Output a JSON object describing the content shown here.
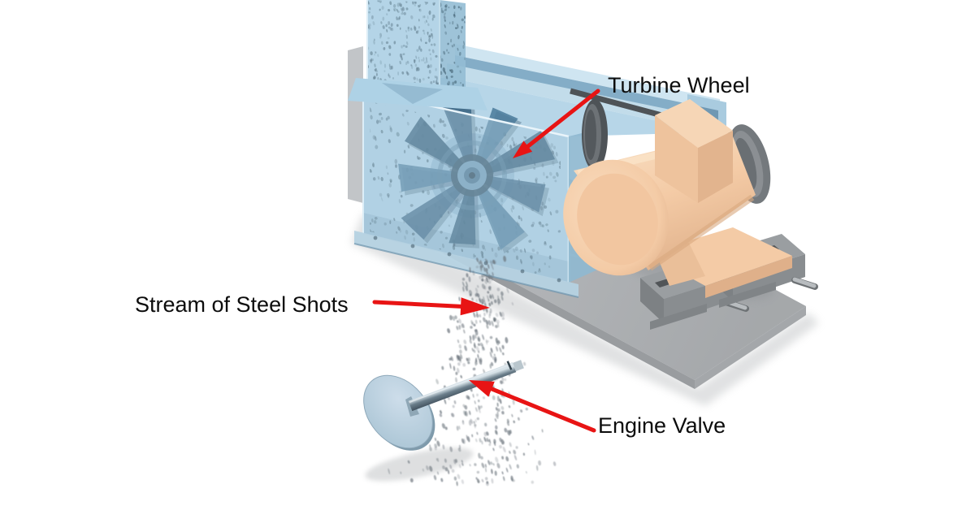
{
  "diagram": {
    "type": "technical-illustration",
    "subject": "Shot peening of an engine valve with a turbine wheel shot-blasting machine",
    "labels": {
      "turbine_wheel": "Turbine Wheel",
      "stream_of_steel_shots": "Stream of Steel Shots",
      "engine_valve": "Engine Valve"
    },
    "colors": {
      "arrow": "#e81414",
      "text": "#0c0c0c",
      "housing_light": "#c6e0ee",
      "housing_mid": "#a7cadf",
      "housing_dark": "#84adc7",
      "wheel_dark": "#3a6584",
      "motor_light": "#f8ddc0",
      "motor_mid": "#f4cba6",
      "motor_dark": "#dfb08a",
      "base_gray": "#a6a9ac",
      "rail_gray": "#8f9396",
      "belt": "#4e5357",
      "pulley": "#74797d",
      "shot_gray": "#6b747c",
      "shot_blue": "#3c5a6b",
      "valve_light": "#cdddea",
      "valve_mid": "#a9c4d4",
      "stem_dark": "#43535f"
    }
  }
}
